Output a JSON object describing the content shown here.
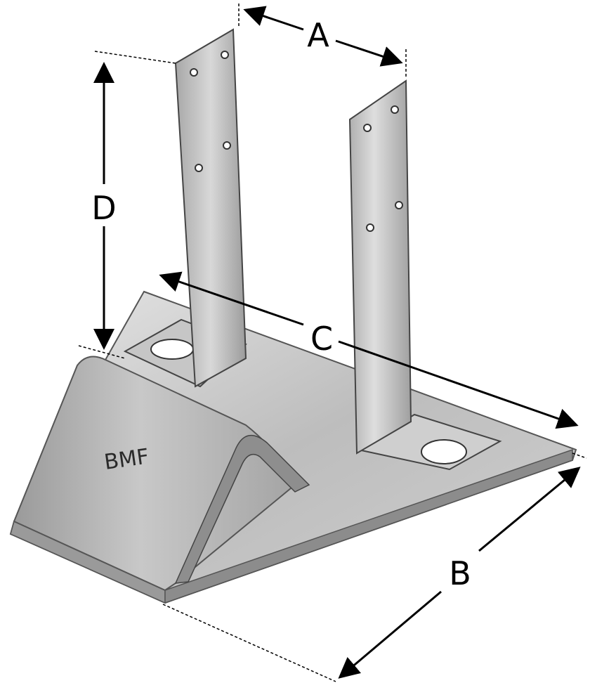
{
  "dimensions": {
    "a": "A",
    "b": "B",
    "c": "C",
    "d": "D"
  },
  "product": {
    "brand_stamp": "BMF"
  },
  "colors": {
    "metal_light": "#dcdcdc",
    "metal_mid": "#b4b4b4",
    "metal_dark": "#7a7a7a",
    "line": "#000000"
  }
}
